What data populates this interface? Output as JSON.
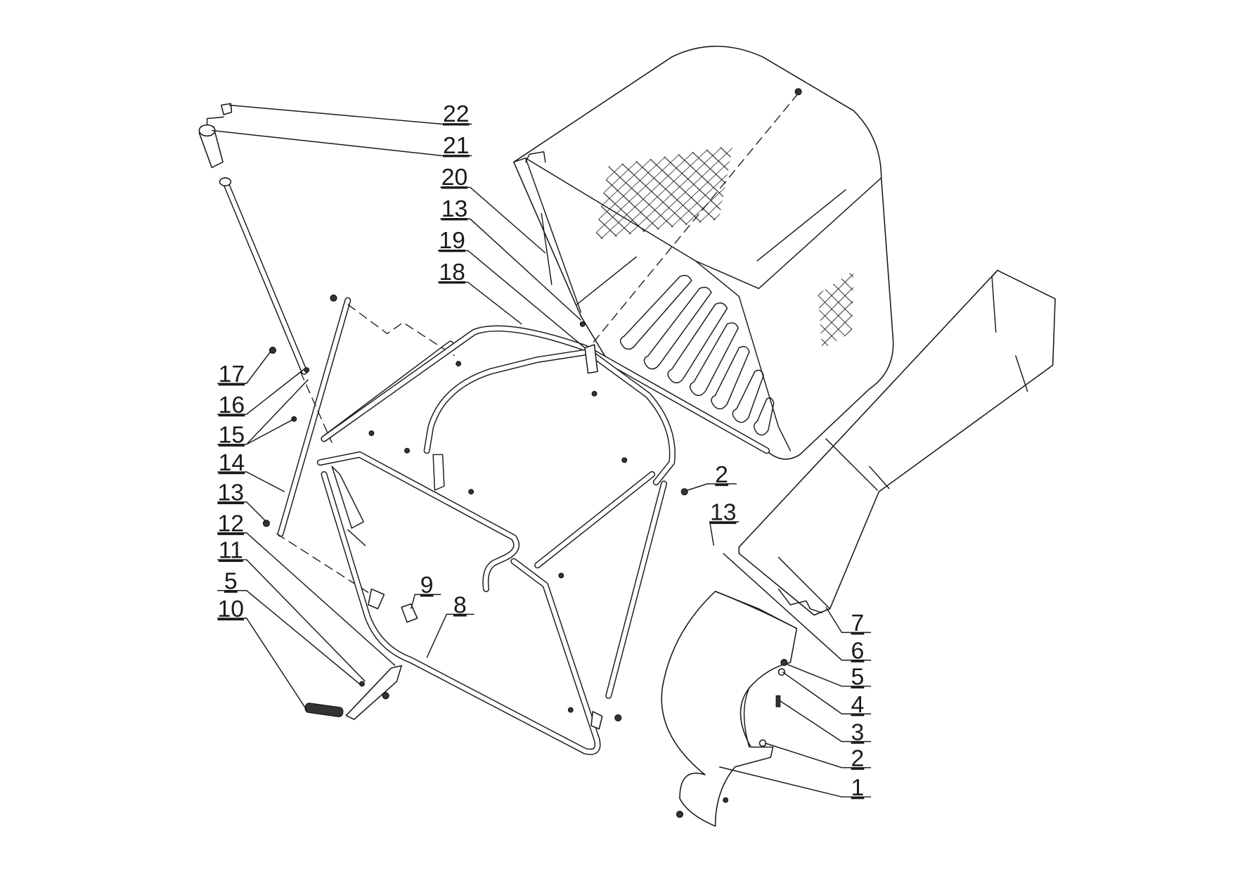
{
  "diagram": {
    "type": "exploded parts diagram",
    "callouts": [
      {
        "id": "c22",
        "number": "22"
      },
      {
        "id": "c21",
        "number": "21"
      },
      {
        "id": "c20",
        "number": "20"
      },
      {
        "id": "c13a",
        "number": "13"
      },
      {
        "id": "c19",
        "number": "19"
      },
      {
        "id": "c18",
        "number": "18"
      },
      {
        "id": "c17",
        "number": "17"
      },
      {
        "id": "c16",
        "number": "16"
      },
      {
        "id": "c15",
        "number": "15"
      },
      {
        "id": "c14",
        "number": "14"
      },
      {
        "id": "c13b",
        "number": "13"
      },
      {
        "id": "c12",
        "number": "12"
      },
      {
        "id": "c11",
        "number": "11"
      },
      {
        "id": "c5a",
        "number": "5"
      },
      {
        "id": "c10",
        "number": "10"
      },
      {
        "id": "c9",
        "number": "9"
      },
      {
        "id": "c8",
        "number": "8"
      },
      {
        "id": "c2a",
        "number": "2"
      },
      {
        "id": "c13c",
        "number": "13"
      },
      {
        "id": "c7",
        "number": "7"
      },
      {
        "id": "c6",
        "number": "6"
      },
      {
        "id": "c5b",
        "number": "5"
      },
      {
        "id": "c4",
        "number": "4"
      },
      {
        "id": "c3",
        "number": "3"
      },
      {
        "id": "c2b",
        "number": "2"
      },
      {
        "id": "c1",
        "number": "1"
      }
    ]
  }
}
